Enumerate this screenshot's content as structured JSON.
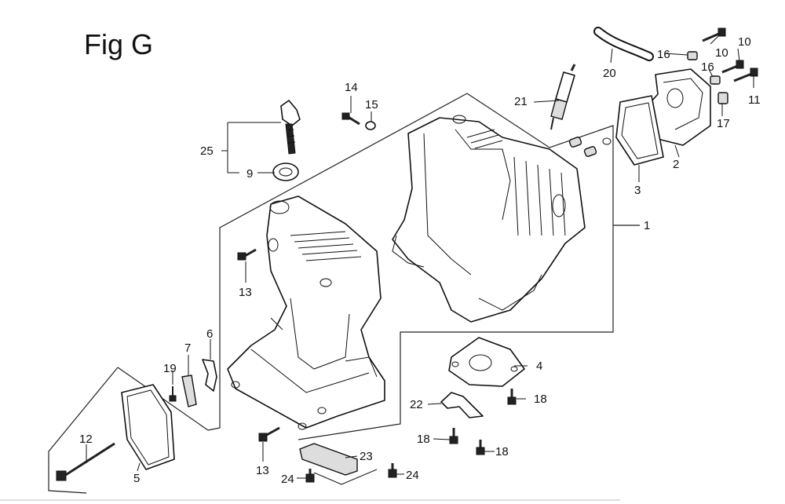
{
  "figure": {
    "title": "Fig G"
  },
  "callouts": [
    {
      "id": "c1",
      "text": "1"
    },
    {
      "id": "c2",
      "text": "2"
    },
    {
      "id": "c3",
      "text": "3"
    },
    {
      "id": "c4",
      "text": "4"
    },
    {
      "id": "c5",
      "text": "5"
    },
    {
      "id": "c6",
      "text": "6"
    },
    {
      "id": "c7",
      "text": "7"
    },
    {
      "id": "c9",
      "text": "9"
    },
    {
      "id": "c10a",
      "text": "10"
    },
    {
      "id": "c10b",
      "text": "10"
    },
    {
      "id": "c11",
      "text": "11"
    },
    {
      "id": "c12",
      "text": "12"
    },
    {
      "id": "c13a",
      "text": "13"
    },
    {
      "id": "c13b",
      "text": "13"
    },
    {
      "id": "c14",
      "text": "14"
    },
    {
      "id": "c15",
      "text": "15"
    },
    {
      "id": "c16a",
      "text": "16"
    },
    {
      "id": "c16b",
      "text": "16"
    },
    {
      "id": "c17",
      "text": "17"
    },
    {
      "id": "c18a",
      "text": "18"
    },
    {
      "id": "c18b",
      "text": "18"
    },
    {
      "id": "c18c",
      "text": "18"
    },
    {
      "id": "c19",
      "text": "19"
    },
    {
      "id": "c20",
      "text": "20"
    },
    {
      "id": "c21",
      "text": "21"
    },
    {
      "id": "c22",
      "text": "22"
    },
    {
      "id": "c23",
      "text": "23"
    },
    {
      "id": "c24a",
      "text": "24"
    },
    {
      "id": "c24b",
      "text": "24"
    },
    {
      "id": "c25",
      "text": "25"
    }
  ]
}
